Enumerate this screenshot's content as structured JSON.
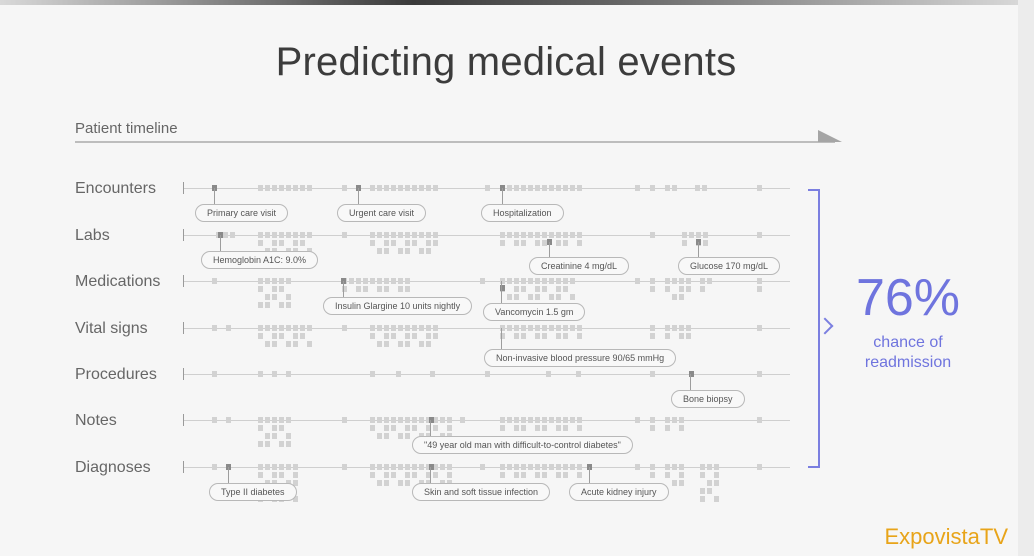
{
  "slide": {
    "title": "Predicting medical events",
    "timeline_label": "Patient timeline"
  },
  "rows": [
    {
      "label": "Encounters"
    },
    {
      "label": "Labs"
    },
    {
      "label": "Medications"
    },
    {
      "label": "Vital signs"
    },
    {
      "label": "Procedures"
    },
    {
      "label": "Notes"
    },
    {
      "label": "Diagnoses"
    }
  ],
  "callouts": {
    "primary_care_visit": "Primary care visit",
    "urgent_care_visit": "Urgent care visit",
    "hospitalization": "Hospitalization",
    "hba1c": "Hemoglobin A1C: 9.0%",
    "creatinine": "Creatinine 4 mg/dL",
    "glucose": "Glucose 170 mg/dL",
    "insulin": "Insulin Glargine 10 units nightly",
    "vancomycin": "Vancomycin 1.5 gm",
    "bp": "Non-invasive blood pressure 90/65 mmHg",
    "biopsy": "Bone biopsy",
    "note": "\"49 year old man with difficult-to-control diabetes\"",
    "type2": "Type II diabetes",
    "skin": "Skin and soft tissue infection",
    "aki": "Acute kidney injury"
  },
  "prediction": {
    "percent": "76%",
    "line1": "chance of",
    "line2": "readmission"
  },
  "brand": "ExpovistaTV",
  "colors": {
    "accent": "#6f74de",
    "brand": "#e8a419"
  }
}
